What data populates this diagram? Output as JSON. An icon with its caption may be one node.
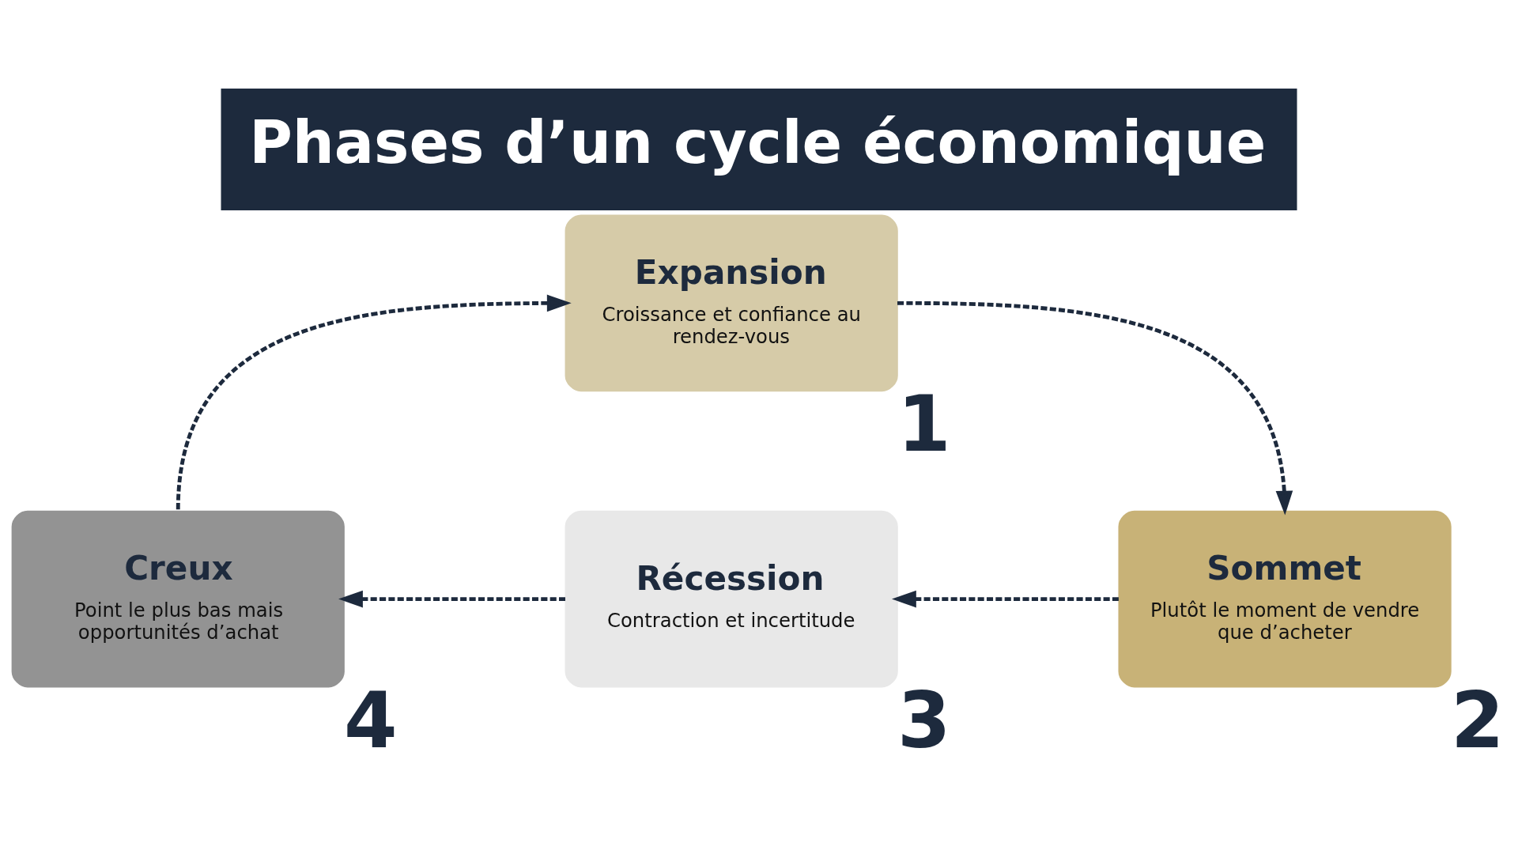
{
  "diagram": {
    "title": "Phases d’un cycle économique",
    "nodes": [
      {
        "text": [
          "Expansion",
          "Croissance et confiance au rendez-vous"
        ],
        "beside": [
          "1"
        ]
      },
      {
        "text": [
          "Sommet",
          "Plutôt le moment de vendre que d’acheter"
        ],
        "beside": [
          "2"
        ]
      },
      {
        "text": [
          "Récession",
          "Contraction et incertitude"
        ],
        "beside": [
          "3"
        ]
      },
      {
        "text": [
          "Creux",
          "Point le plus bas mais opportunités d’achat"
        ],
        "beside": [
          "4"
        ]
      }
    ],
    "edges": [
      {
        "from": 0,
        "to": 1,
        "arrow": "to",
        "style": "dashed"
      },
      {
        "from": 1,
        "to": 2,
        "arrow": "to",
        "style": "dashed"
      },
      {
        "from": 2,
        "to": 3,
        "arrow": "to",
        "style": "dashed"
      },
      {
        "from": 3,
        "to": 0,
        "arrow": "to",
        "style": "dashed"
      }
    ]
  }
}
